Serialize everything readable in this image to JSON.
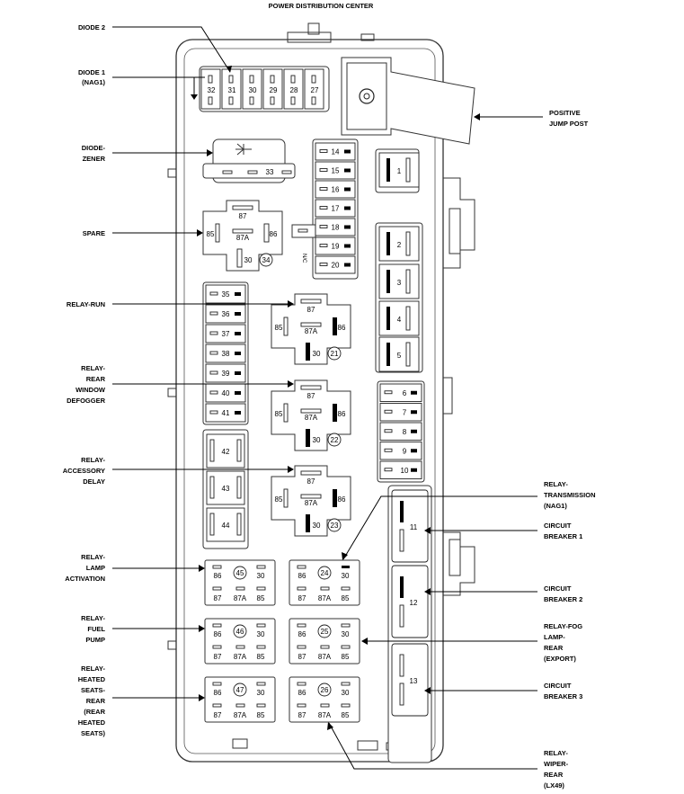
{
  "title": "POWER DISTRIBUTION CENTER",
  "callouts": {
    "diode2": [
      "DIODE 2"
    ],
    "diode1": [
      "DIODE 1",
      "(NAG1)"
    ],
    "diode_zener": [
      "DIODE-",
      "ZENER"
    ],
    "spare": [
      "SPARE"
    ],
    "relay_run": [
      "RELAY-RUN"
    ],
    "relay_rear_window": [
      "RELAY-",
      "REAR",
      "WINDOW",
      "DEFOGGER"
    ],
    "relay_accessory": [
      "RELAY-",
      "ACCESSORY",
      "DELAY"
    ],
    "relay_lamp": [
      "RELAY-",
      "LAMP",
      "ACTIVATION"
    ],
    "relay_fuel": [
      "RELAY-",
      "FUEL",
      "PUMP"
    ],
    "relay_heated": [
      "RELAY-",
      "HEATED",
      "SEATS-",
      "REAR",
      "(REAR",
      "HEATED",
      "SEATS)"
    ],
    "positive_jump": [
      "POSITIVE",
      "JUMP POST"
    ],
    "relay_transmission": [
      "RELAY-",
      "TRANSMISSION",
      "(NAG1)"
    ],
    "cb1": [
      "CIRCUIT",
      "BREAKER 1"
    ],
    "cb2": [
      "CIRCUIT",
      "BREAKER 2"
    ],
    "relay_fog": [
      "RELAY-FOG",
      "LAMP-",
      "REAR",
      "(EXPORT)"
    ],
    "cb3": [
      "CIRCUIT",
      "BREAKER 3"
    ],
    "relay_wiper": [
      "RELAY-",
      "WIPER-",
      "REAR",
      "(LX49)"
    ]
  },
  "top_fuses": [
    "32",
    "31",
    "30",
    "29",
    "28",
    "27"
  ],
  "zener_number": "33",
  "fuse_column_mid": [
    "14",
    "15",
    "16",
    "17",
    "18",
    "19",
    "20"
  ],
  "nc_label": "N/C",
  "fuse_column_left": [
    "35",
    "36",
    "37",
    "38",
    "39",
    "40",
    "41"
  ],
  "cartridge_left": [
    "42",
    "43",
    "44"
  ],
  "cartridge_right": [
    "1",
    "2",
    "3",
    "4",
    "5"
  ],
  "fuse_column_right": [
    "6",
    "7",
    "8",
    "9",
    "10"
  ],
  "breakers": [
    "11",
    "12",
    "13"
  ],
  "relay_pins": {
    "p87": "87",
    "p87a": "87A",
    "p85": "85",
    "p86": "86",
    "p30": "30"
  },
  "relays_large": [
    "34",
    "21",
    "22",
    "23"
  ],
  "relays_mini": [
    "45",
    "24",
    "46",
    "25",
    "47",
    "26"
  ]
}
